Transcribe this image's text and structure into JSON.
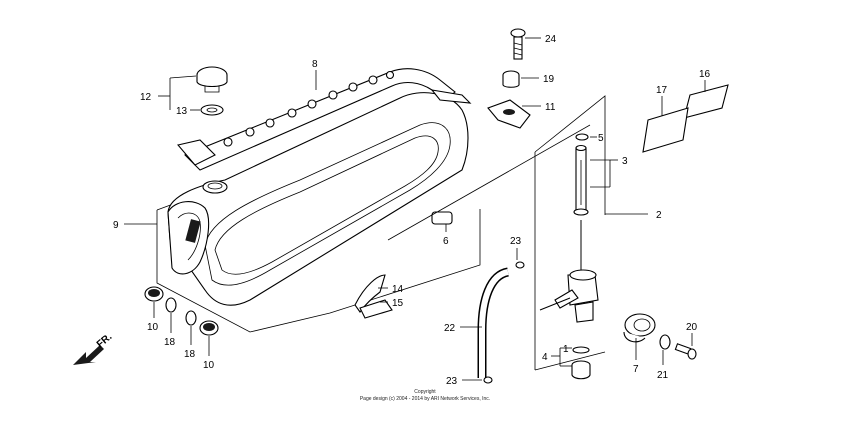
{
  "diagram": {
    "callouts": {
      "c1": "1",
      "c2": "2",
      "c3": "3",
      "c4": "4",
      "c5": "5",
      "c6": "6",
      "c7": "7",
      "c8": "8",
      "c9": "9",
      "c10a": "10",
      "c10b": "10",
      "c11": "11",
      "c12": "12",
      "c13": "13",
      "c14": "14",
      "c15": "15",
      "c16": "16",
      "c17": "17",
      "c18a": "18",
      "c18b": "18",
      "c19": "19",
      "c20": "20",
      "c21": "21",
      "c22": "22",
      "c23a": "23",
      "c23b": "23",
      "c24": "24"
    },
    "front_label": "FR.",
    "copyright_line1": "Copyright",
    "copyright_line2": "Page design (c) 2004 - 2014 by ARI Network Services, Inc."
  }
}
